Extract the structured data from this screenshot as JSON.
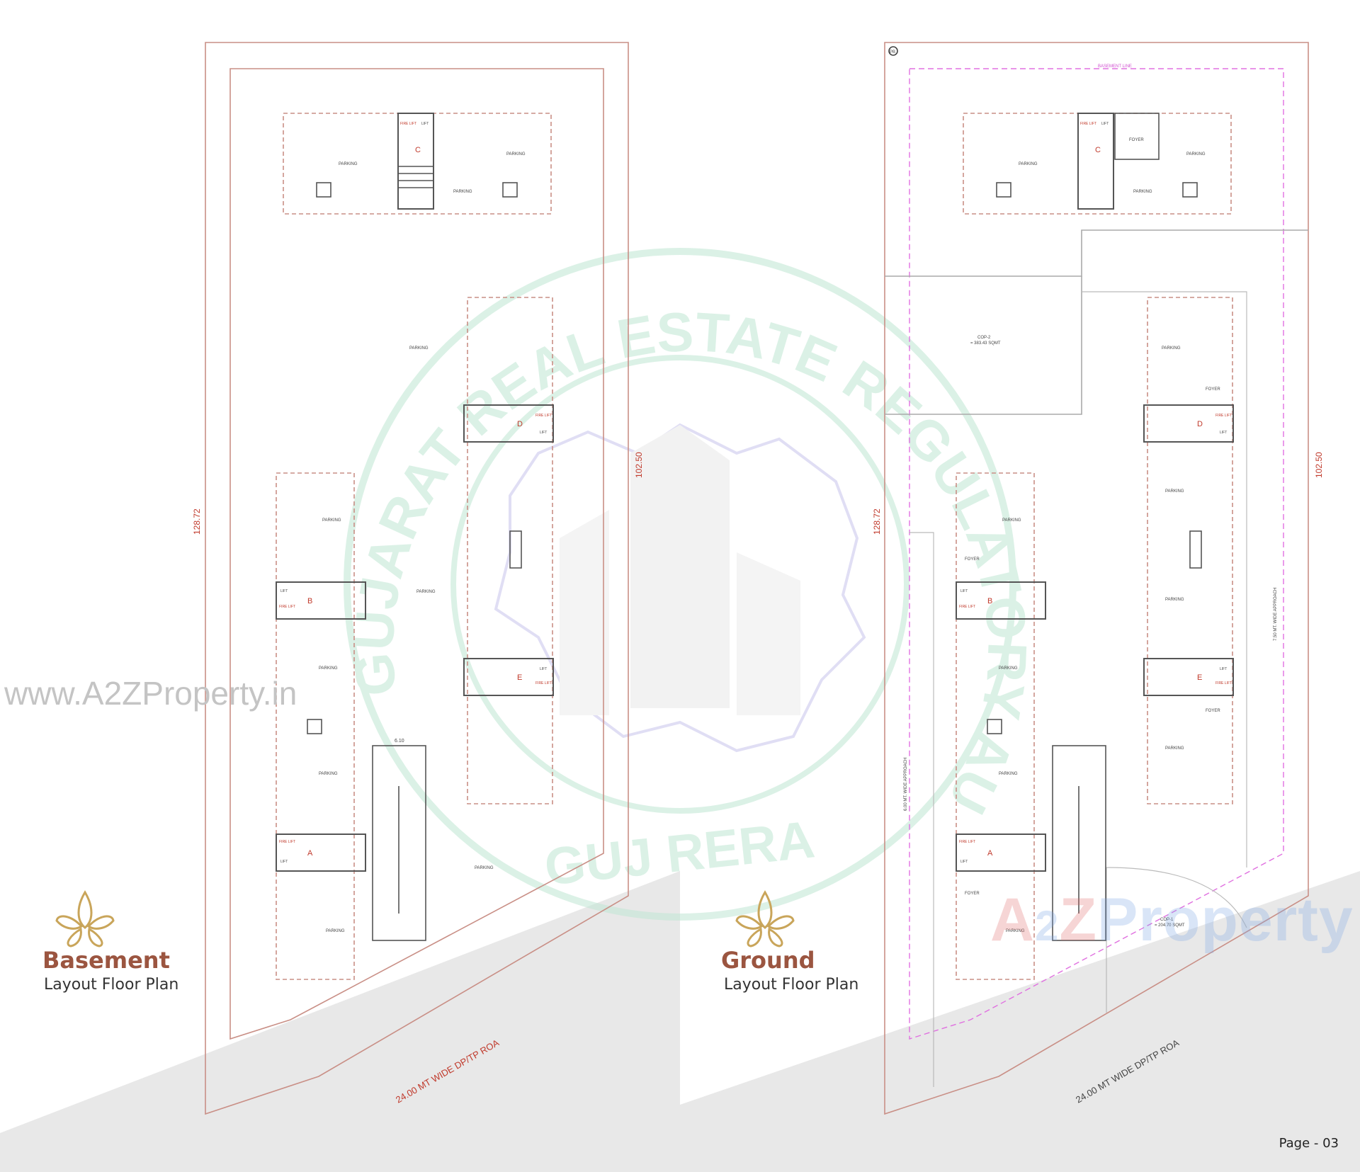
{
  "watermark": {
    "seal_text": "GUJARAT REAL ESTATE REGULATORY AUTHORITY",
    "seal_bottom": "GUJ RERA",
    "site_url": "www.A2ZProperty.in",
    "brand": {
      "a": "A",
      "two": "2",
      "z": "Z",
      "rest": "Property"
    }
  },
  "basement": {
    "title": "Basement",
    "subtitle": "Layout Floor Plan",
    "dim_left": "128.72",
    "dim_right": "102.50",
    "road": "24.00 MT WIDE DP/TP ROA",
    "ramp_dim": "6.10",
    "blocks": {
      "a": "A",
      "b": "B",
      "c": "C",
      "d": "D",
      "e": "E"
    },
    "labels": {
      "parking": "PARKING",
      "lift": "LIFT",
      "fire_lift": "FIRE LIFT"
    }
  },
  "ground": {
    "title": "Ground",
    "subtitle": "Layout Floor Plan",
    "dim_left": "128.72",
    "dim_right": "102.50",
    "road": "24.00 MT WIDE DP/TP ROA",
    "cop1": "COP-1",
    "cop1_area": "= 204.70 SQMT",
    "cop2": "COP-2",
    "cop2_area": "= 383.43 SQMT",
    "approach_right": "7.50 MT. WIDE APPROACH",
    "approach_left": "6.00 MT. WIDE APPROACH",
    "basement_line": "BASEMENT LINE",
    "pb": "PB",
    "labels": {
      "parking": "PARKING",
      "foyer": "FOYER",
      "lift": "LIFT",
      "fire_lift": "FIRE LIFT"
    },
    "blocks": {
      "a": "A",
      "b": "B",
      "c": "C",
      "d": "D",
      "e": "E"
    }
  },
  "page": {
    "number": "Page - 03"
  }
}
